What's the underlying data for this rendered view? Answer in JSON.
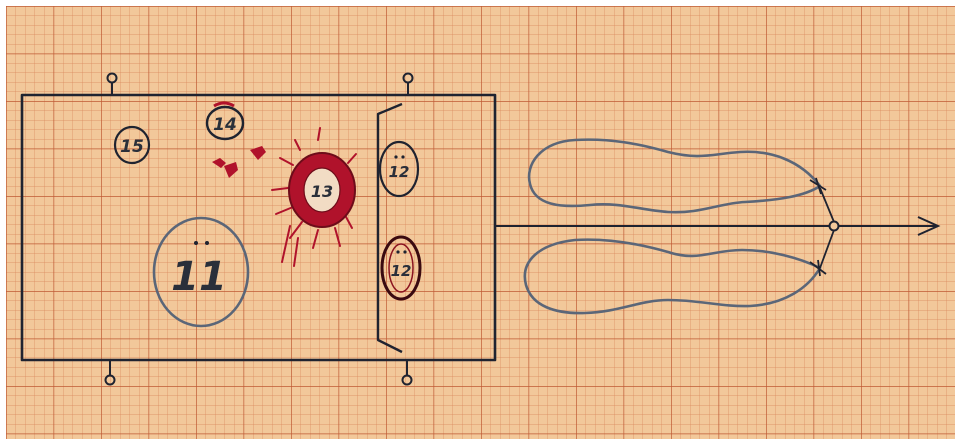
{
  "paper": {
    "background": "#f2c89a",
    "minor_grid_color": "#d9865a",
    "major_grid_color": "#bf5a34"
  },
  "ink": {
    "black": "#1f2330",
    "gray": "#5b6678",
    "red": "#b0122b",
    "dark_red": "#6e0c1a"
  },
  "labels": {
    "c15": "15",
    "c14": "14",
    "c13": "13",
    "c11": "11",
    "c12_top": "12",
    "c12_bottom": "12"
  }
}
